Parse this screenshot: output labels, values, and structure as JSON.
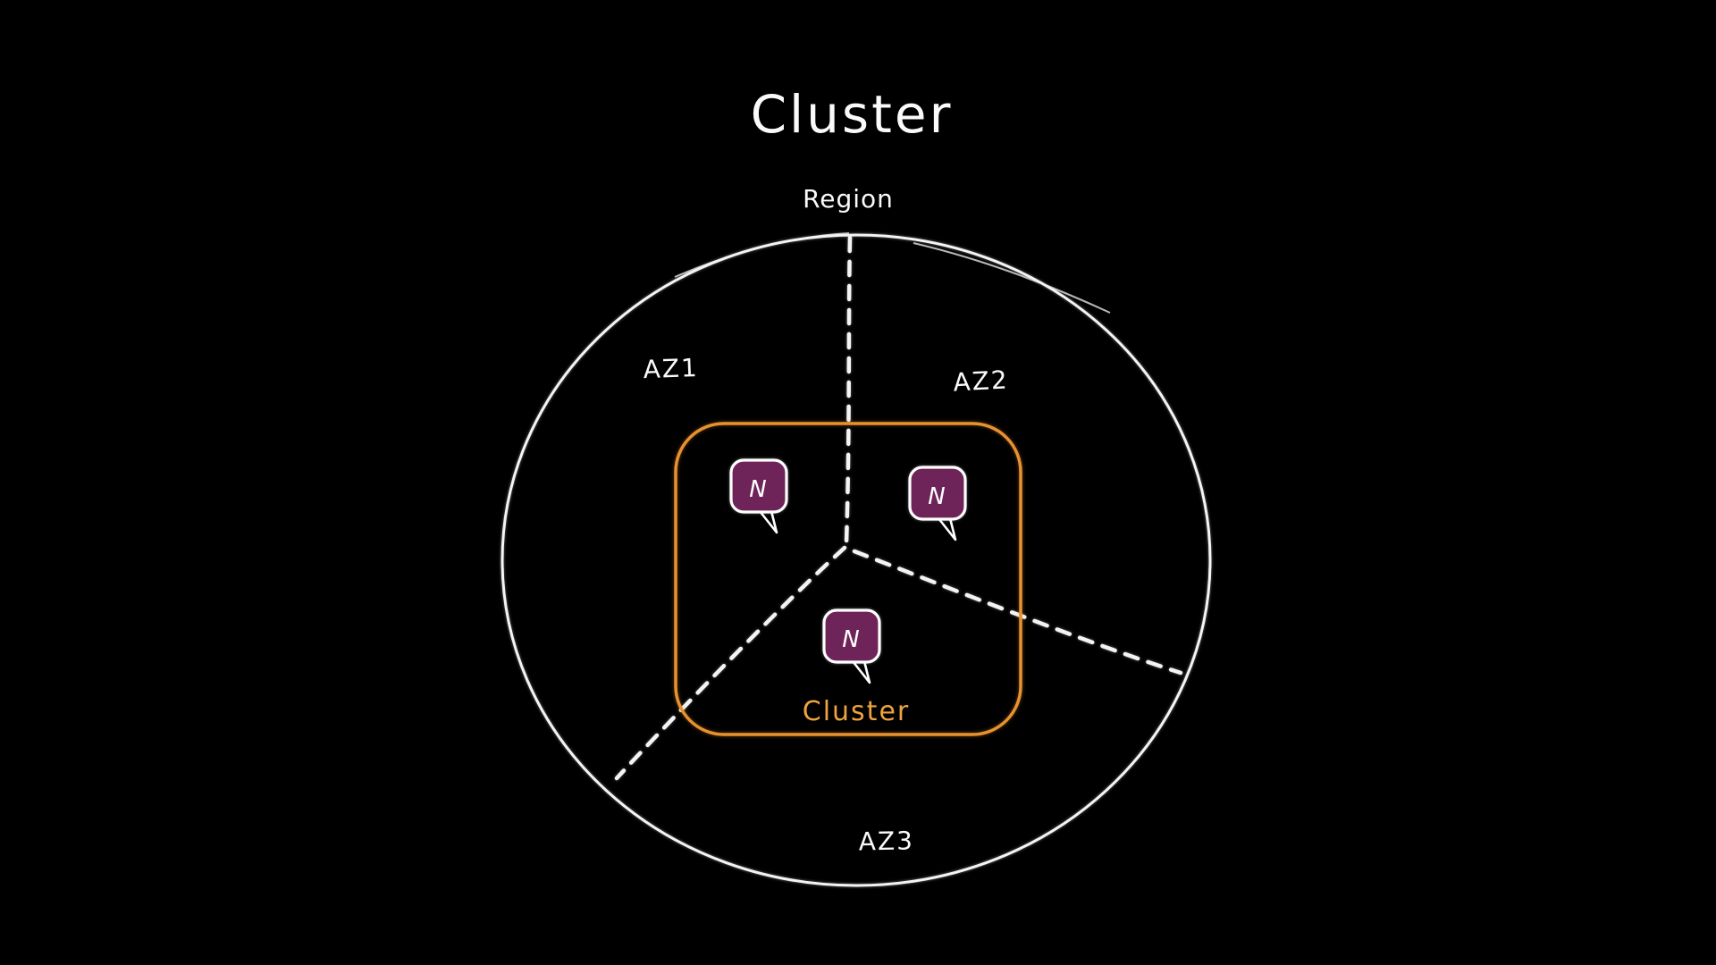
{
  "diagram": {
    "title": "Cluster",
    "region": {
      "label": "Region"
    },
    "availability_zones": [
      {
        "label": "AZ1"
      },
      {
        "label": "AZ2"
      },
      {
        "label": "AZ3"
      }
    ],
    "cluster_box": {
      "label": "Cluster"
    },
    "nodes": [
      {
        "label": "N"
      },
      {
        "label": "N"
      },
      {
        "label": "N"
      }
    ]
  },
  "colors": {
    "background": "#000000",
    "stroke-white": "#f4f4f4",
    "text-white": "#fafafa",
    "accent-orange": "#e8912f",
    "accent-orange-text": "#efa33e",
    "node-purple": "#6e2359",
    "node-outline": "#ffffff"
  }
}
